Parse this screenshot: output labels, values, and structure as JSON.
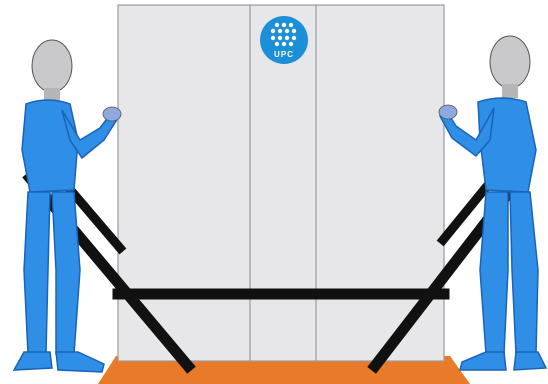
{
  "logo": {
    "text": "UPC",
    "color": "#1b8fd8"
  },
  "colors": {
    "cabinet": "#e7e7e9",
    "cabinet_outline": "#9a9aa0",
    "pallet": "#e87a2a",
    "strap": "#111111",
    "suit": "#2f8ee6",
    "suit_dark": "#1a63b8",
    "head": "#c9c9cc",
    "glove": "#8fa8dd"
  },
  "objects": {
    "cabinet": "server-cabinet",
    "pallet": "wooden-pallet",
    "workers": [
      "left-worker",
      "right-worker"
    ],
    "straps": "lifting-straps"
  }
}
